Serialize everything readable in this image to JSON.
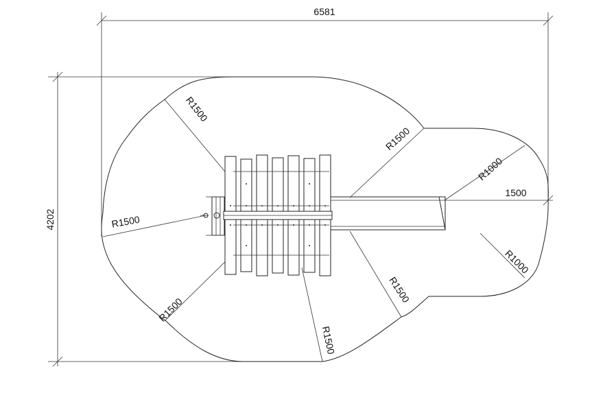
{
  "colors": {
    "line": "#222222",
    "background": "#ffffff"
  },
  "dimensions": {
    "overall_width": "6581",
    "overall_height": "4202",
    "slide_extension": "1500"
  },
  "radii": {
    "top_left": "R1500",
    "top_right": "R1500",
    "left": "R1500",
    "bottom_left": "R1500",
    "bottom_center": "R1500",
    "bottom_right": "R1500",
    "right_top": "R1000",
    "right_bottom": "R1000"
  }
}
